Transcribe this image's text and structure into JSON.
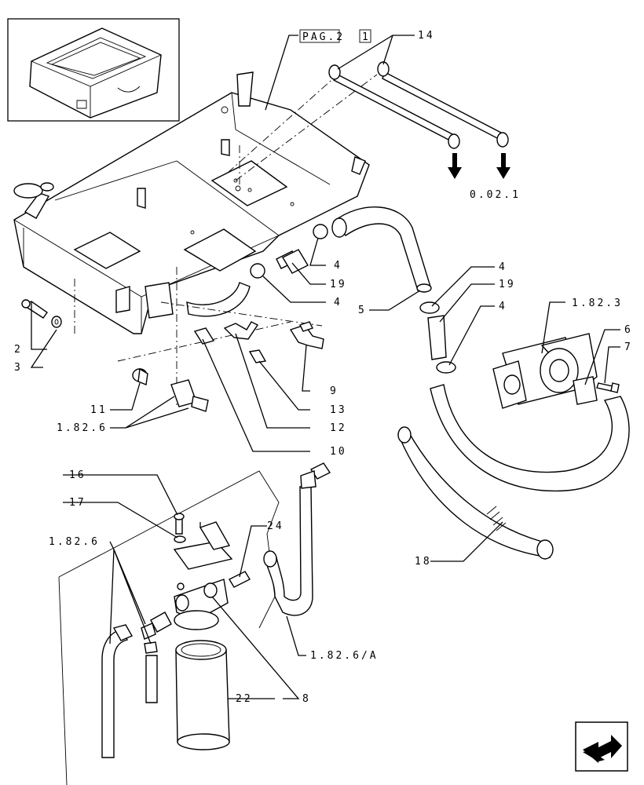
{
  "references": {
    "pag_ref": "PAG.2",
    "pag_ref_box": "1",
    "pump_ref": "1.82.3",
    "down_ref": "0.02.1",
    "fitting_ref_a": "1.82.6",
    "fitting_ref_b": "1.82.6",
    "hose_ref": "1.82.6/A"
  },
  "callouts": {
    "c2": "2",
    "c3": "3",
    "c4a": "4",
    "c4b": "4",
    "c4c": "4",
    "c4d": "4",
    "c5": "5",
    "c6": "6",
    "c7": "7",
    "c8": "8",
    "c9": "9",
    "c10": "10",
    "c11": "11",
    "c12": "12",
    "c13": "13",
    "c14": "14",
    "c16": "16",
    "c17": "17",
    "c18": "18",
    "c19a": "19",
    "c19b": "19",
    "c22": "22",
    "c24": "24"
  },
  "icons": {
    "inset": "tank-assembly-thumbnail",
    "nav": "next-page-arrow-icon",
    "flow": "down-arrow-icon"
  }
}
